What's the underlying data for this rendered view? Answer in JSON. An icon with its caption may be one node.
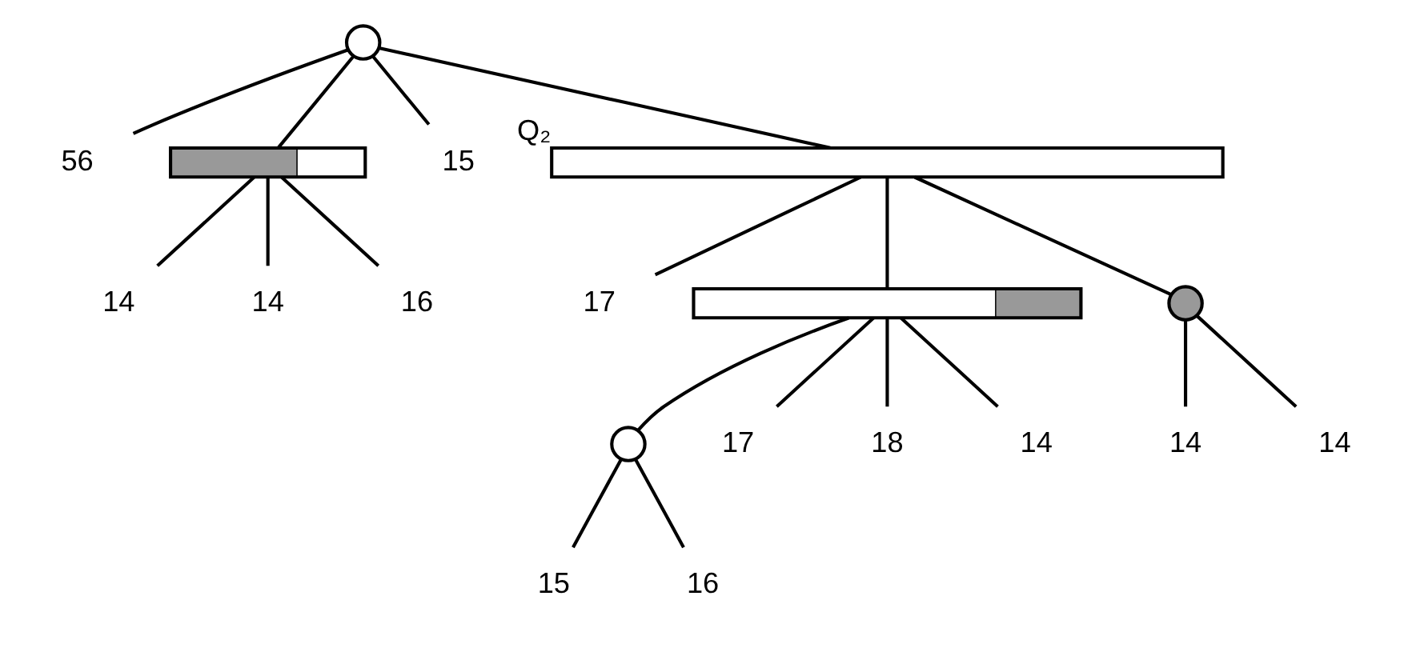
{
  "diagram": {
    "nodes": [
      {
        "text": [],
        "shape": "circle"
      },
      {
        "text": [
          "56"
        ]
      },
      {
        "text": [],
        "shape": "bar"
      },
      {
        "text": [
          "15"
        ]
      },
      {
        "text": [],
        "shape": "bar",
        "beside": [
          "Q₂"
        ]
      },
      {
        "text": [
          "14"
        ]
      },
      {
        "text": [
          "14"
        ]
      },
      {
        "text": [
          "16"
        ]
      },
      {
        "text": [
          "17"
        ]
      },
      {
        "text": [],
        "shape": "bar"
      },
      {
        "text": [],
        "shape": "circle"
      },
      {
        "text": [],
        "shape": "circle"
      },
      {
        "text": [
          "17"
        ]
      },
      {
        "text": [
          "18"
        ]
      },
      {
        "text": [
          "14"
        ]
      },
      {
        "text": [
          "14"
        ]
      },
      {
        "text": [
          "14"
        ]
      },
      {
        "text": [
          "15"
        ]
      },
      {
        "text": [
          "16"
        ]
      }
    ],
    "edges": [
      {
        "from": 0,
        "to": 1,
        "arrow": "none"
      },
      {
        "from": 0,
        "to": 2,
        "arrow": "none"
      },
      {
        "from": 0,
        "to": 3,
        "arrow": "none"
      },
      {
        "from": 0,
        "to": 4,
        "arrow": "none"
      },
      {
        "from": 2,
        "to": 5,
        "arrow": "none"
      },
      {
        "from": 2,
        "to": 6,
        "arrow": "none"
      },
      {
        "from": 2,
        "to": 7,
        "arrow": "none"
      },
      {
        "from": 4,
        "to": 8,
        "arrow": "none"
      },
      {
        "from": 4,
        "to": 9,
        "arrow": "none"
      },
      {
        "from": 4,
        "to": 10,
        "arrow": "none"
      },
      {
        "from": 9,
        "to": 11,
        "arrow": "none"
      },
      {
        "from": 9,
        "to": 12,
        "arrow": "none"
      },
      {
        "from": 9,
        "to": 13,
        "arrow": "none"
      },
      {
        "from": 9,
        "to": 14,
        "arrow": "none"
      },
      {
        "from": 10,
        "to": 15,
        "arrow": "none"
      },
      {
        "from": 10,
        "to": 16,
        "arrow": "none"
      },
      {
        "from": 11,
        "to": 17,
        "arrow": "none"
      },
      {
        "from": 11,
        "to": 18,
        "arrow": "none"
      }
    ]
  }
}
